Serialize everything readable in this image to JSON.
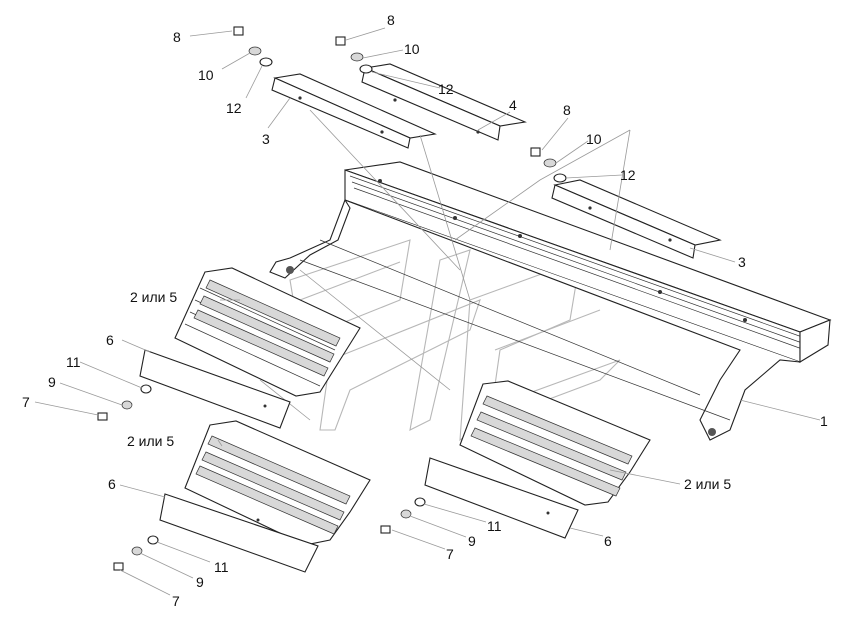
{
  "diagram": {
    "callouts": {
      "c1": "1",
      "c2_left_top": "2 или 5",
      "c2_left_bottom": "2 или 5",
      "c2_right": "2 или 5",
      "c3_left": "3",
      "c3_right": "3",
      "c4": "4",
      "c6_left_top": "6",
      "c6_left_bottom": "6",
      "c6_right": "6",
      "c7_a": "7",
      "c7_b": "7",
      "c7_c": "7",
      "c8_a": "8",
      "c8_b": "8",
      "c8_c": "8",
      "c9_a": "9",
      "c9_b": "9",
      "c9_c": "9",
      "c10_a": "10",
      "c10_b": "10",
      "c10_c": "10",
      "c11_a": "11",
      "c11_b": "11",
      "c11_c": "11",
      "c12_a": "12",
      "c12_b": "12",
      "c12_c": "12"
    }
  }
}
